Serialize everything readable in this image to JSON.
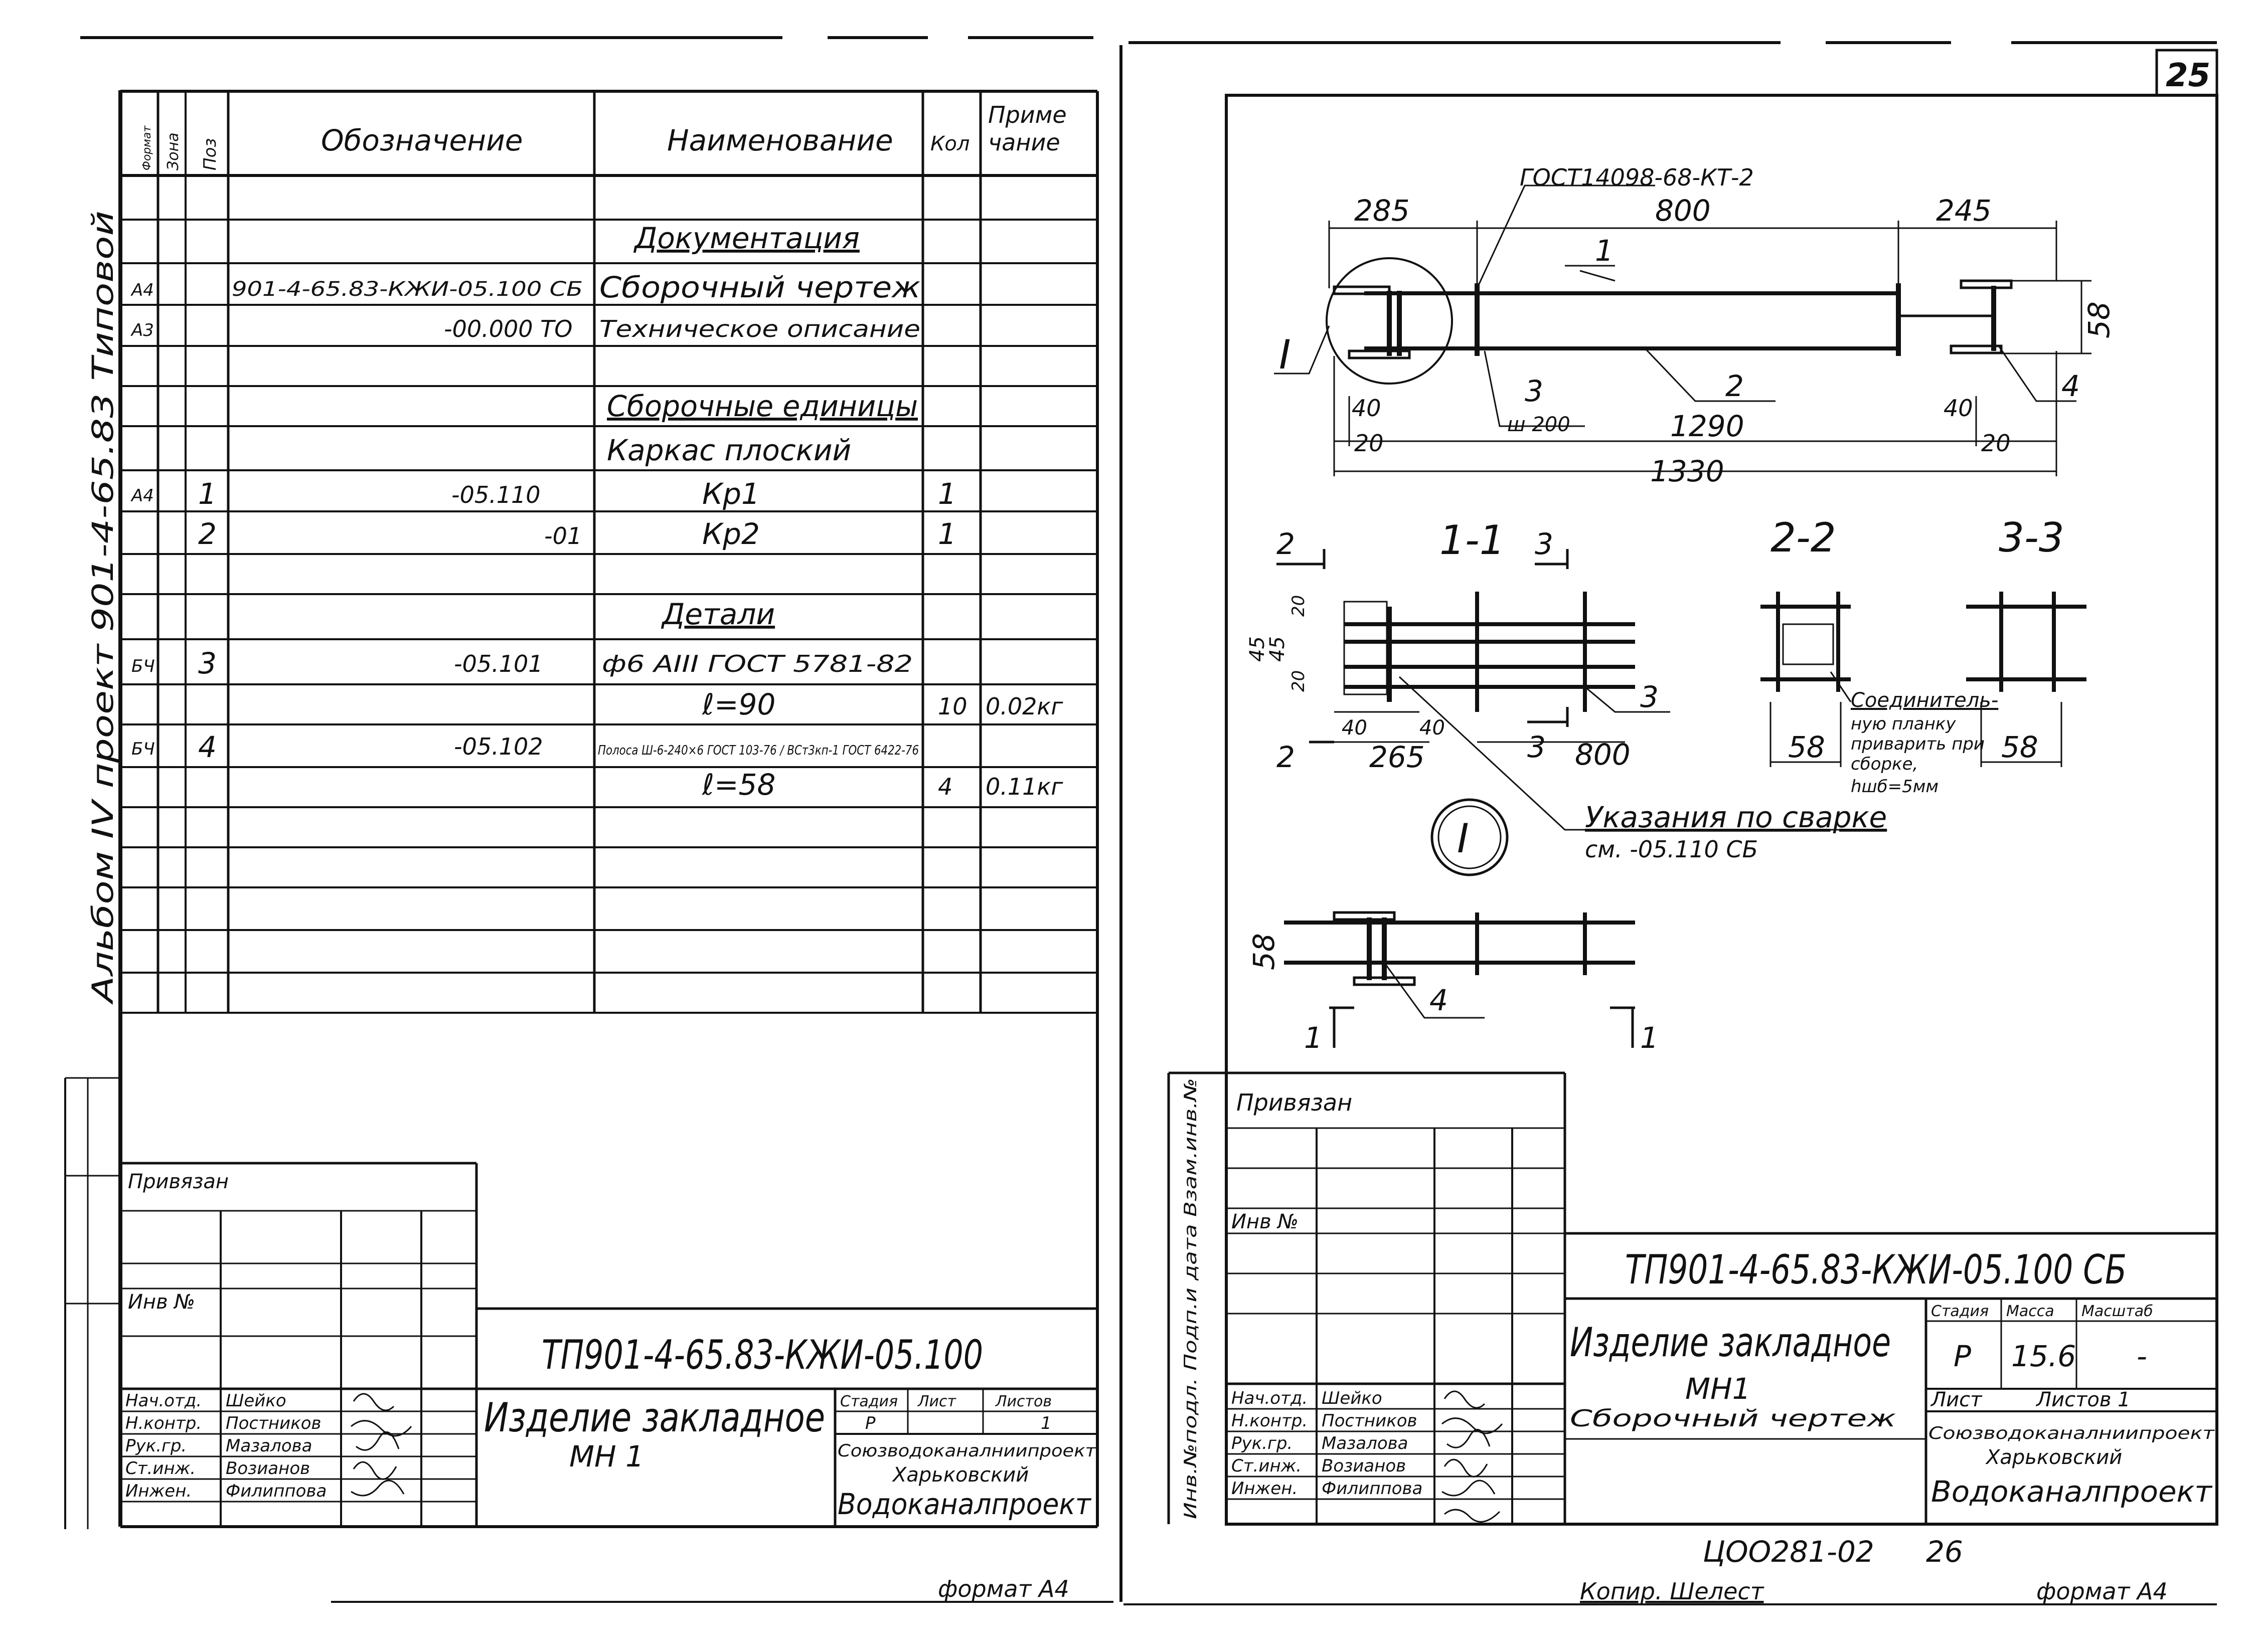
{
  "page_number": "25",
  "left_sheet": {
    "spec_headers": {
      "format": "Формат",
      "zone": "Зона",
      "pos": "Поз",
      "designation": "Обозначение",
      "name": "Наименование",
      "qty": "Кол",
      "note1": "Приме",
      "note2": "чание"
    },
    "rows": [
      {
        "format": "",
        "pos": "",
        "designation": "",
        "name": "Документация",
        "qty": "",
        "note": ""
      },
      {
        "format": "А4",
        "pos": "",
        "designation": "901-4-65.83-КЖИ-05.100 СБ",
        "name": "Сборочный чертеж",
        "qty": "",
        "note": ""
      },
      {
        "format": "А3",
        "pos": "",
        "designation": "-00.000 ТО",
        "name": "Техническое описание",
        "qty": "",
        "note": ""
      },
      {
        "format": "",
        "pos": "",
        "designation": "",
        "name": "Сборочные единицы",
        "qty": "",
        "note": ""
      },
      {
        "format": "",
        "pos": "",
        "designation": "",
        "name": "Каркас плоский",
        "qty": "",
        "note": ""
      },
      {
        "format": "А4",
        "pos": "1",
        "designation": "-05.110",
        "name": "Кр1",
        "qty": "1",
        "note": ""
      },
      {
        "format": "",
        "pos": "2",
        "designation": "-01",
        "name": "Кр2",
        "qty": "1",
        "note": ""
      },
      {
        "format": "",
        "pos": "",
        "designation": "",
        "name": "Детали",
        "qty": "",
        "note": ""
      },
      {
        "format": "БЧ",
        "pos": "3",
        "designation": "-05.101",
        "name": "ф6 АIII ГОСТ 5781-82",
        "qty": "",
        "note": ""
      },
      {
        "format": "",
        "pos": "",
        "designation": "",
        "name": "ℓ=90",
        "qty": "10",
        "note": "0.02кг"
      },
      {
        "format": "БЧ",
        "pos": "4",
        "designation": "-05.102",
        "name": "Полоса Ш-6-240×6 ГОСТ 103-76 / ВСт3кп-1 ГОСТ 6422-76",
        "qty": "",
        "note": ""
      },
      {
        "format": "",
        "pos": "",
        "designation": "",
        "name": "ℓ=58",
        "qty": "4",
        "note": "0.11кг"
      }
    ],
    "left_margin_text": "Альбом IV   проект 901-4-65.83   Типовой",
    "privyazan": "Привязан",
    "inv": "Инв №",
    "title_code": "ТП901-4-65.83-КЖИ-05.100",
    "title_name": "Изделие закладное",
    "title_name2": "МН 1",
    "stadia_label": "Стадия",
    "list_label": "Лист",
    "listov_label": "Листов",
    "stadia": "Р",
    "listov": "1",
    "org1": "Союзводоканалниипроект",
    "org2": "Харьковский",
    "org3": "Водоканалпроект",
    "signers": [
      {
        "role": "Нач.отд.",
        "name": "Шейко"
      },
      {
        "role": "Н.контр.",
        "name": "Постников"
      },
      {
        "role": "Рук.гр.",
        "name": "Мазалова"
      },
      {
        "role": "Ст.инж.",
        "name": "Возианов"
      },
      {
        "role": "Инжен.",
        "name": "Филиппова"
      }
    ],
    "format": "формат А4"
  },
  "right_sheet": {
    "dims": {
      "gost": "ГОСТ14098-68-КТ-2",
      "d285": "285",
      "d800": "800",
      "d245": "245",
      "d58": "58",
      "d40a": "40",
      "d20a": "20",
      "d40b": "40",
      "d20b": "20",
      "d1290": "1290",
      "d1330": "1330",
      "sh200": "ш 200",
      "p1": "1",
      "p2": "2",
      "p3": "3",
      "p4": "4",
      "roman": "I"
    },
    "section_titles": {
      "s11": "1-1",
      "s22": "2-2",
      "s33": "3-3"
    },
    "sec_dims": {
      "d45a": "45",
      "d45b": "45",
      "d20a": "20",
      "d20b": "20",
      "d40a": "40",
      "d40b": "40",
      "d265": "265",
      "d800": "800",
      "d58a": "58",
      "d58b": "58",
      "d58c": "58"
    },
    "connector_note": [
      "Соединитель-",
      "ную планку",
      "приварить при",
      "сборке,",
      "hшб=5мм"
    ],
    "weld_note": "Указания по сварке",
    "weld_ref": "см.    -05.110 СБ",
    "privyazan": "Привязан",
    "inv": "Инв №",
    "title_code": "ТП901-4-65.83-КЖИ-05.100 СБ",
    "title_name": "Изделие закладное",
    "title_name2": "МН1",
    "title_sub": "Сборочный   чертеж",
    "stadia_label": "Стадия",
    "massa_label": "Масса",
    "masshtab_label": "Масштаб",
    "stadia": "Р",
    "massa": "15.6",
    "masshtab": "-",
    "list_label": "Лист",
    "listov_label": "Листов 1",
    "org1": "Союзводоканалниипроект",
    "org2": "Харьковский",
    "org3": "Водоканалпроект",
    "signers": [
      {
        "role": "Нач.отд.",
        "name": "Шейко"
      },
      {
        "role": "Н.контр.",
        "name": "Постников"
      },
      {
        "role": "Рук.гр.",
        "name": "Мазалова"
      },
      {
        "role": "Ст.инж.",
        "name": "Возианов"
      },
      {
        "role": "Инжен.",
        "name": "Филиппова"
      }
    ],
    "side_labels": "Инв.№подл.  Подп.и дата  Взам.инв.№",
    "bottom_code": "ЦОО281-02",
    "bottom_num": "26",
    "kopir": "Копир. Шелест",
    "format": "формат А4"
  }
}
